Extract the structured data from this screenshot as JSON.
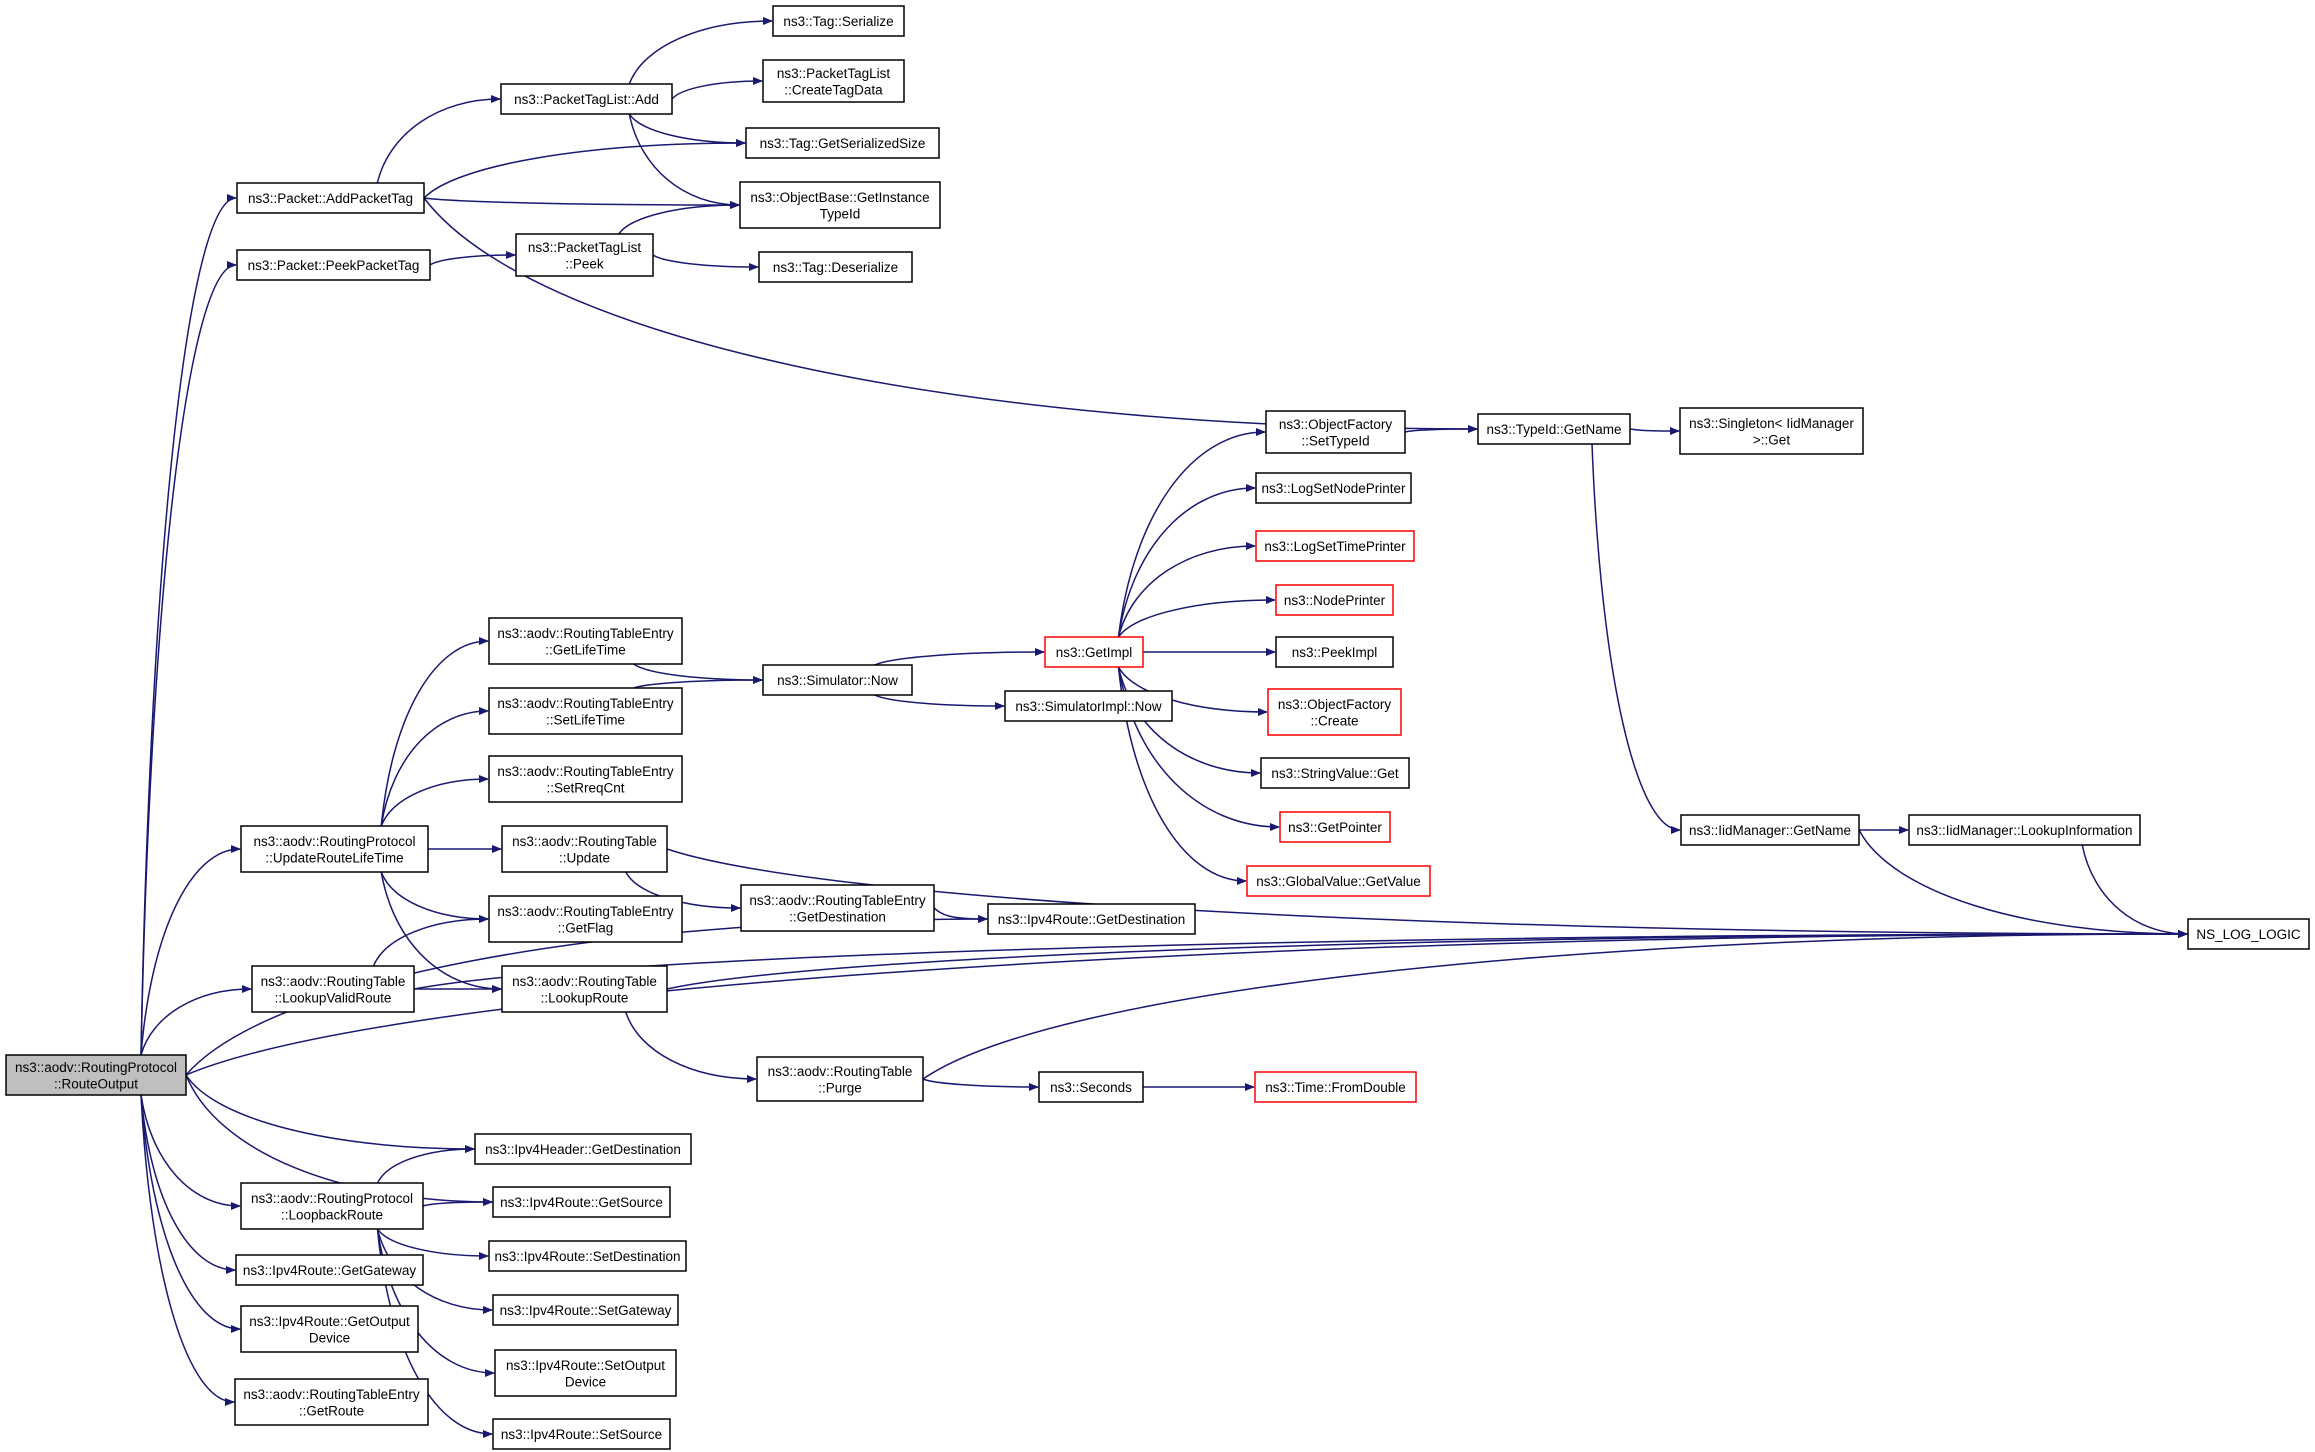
{
  "colors": {
    "edge": "#191970",
    "root_fill": "#bfbfbf",
    "highlight_border": "#ff0000"
  },
  "nodes": [
    {
      "id": "routeOutput",
      "lines": [
        "ns3::aodv::RoutingProtocol",
        "::RouteOutput"
      ],
      "style": "root"
    },
    {
      "id": "addPacketTag",
      "lines": [
        "ns3::Packet::AddPacketTag"
      ],
      "style": "normal"
    },
    {
      "id": "peekPacketTag",
      "lines": [
        "ns3::Packet::PeekPacketTag"
      ],
      "style": "normal"
    },
    {
      "id": "ptlAdd",
      "lines": [
        "ns3::PacketTagList::Add"
      ],
      "style": "normal"
    },
    {
      "id": "ptlPeek",
      "lines": [
        "ns3::PacketTagList",
        "::Peek"
      ],
      "style": "normal"
    },
    {
      "id": "tagSerialize",
      "lines": [
        "ns3::Tag::Serialize"
      ],
      "style": "normal"
    },
    {
      "id": "createTagData",
      "lines": [
        "ns3::PacketTagList",
        "::CreateTagData"
      ],
      "style": "normal"
    },
    {
      "id": "getSerializedSize",
      "lines": [
        "ns3::Tag::GetSerializedSize"
      ],
      "style": "normal"
    },
    {
      "id": "getInstanceTypeId",
      "lines": [
        "ns3::ObjectBase::GetInstance",
        "TypeId"
      ],
      "style": "normal"
    },
    {
      "id": "tagDeserialize",
      "lines": [
        "ns3::Tag::Deserialize"
      ],
      "style": "normal"
    },
    {
      "id": "ofSetTypeId",
      "lines": [
        "ns3::ObjectFactory",
        "::SetTypeId"
      ],
      "style": "normal"
    },
    {
      "id": "typeIdGetName",
      "lines": [
        "ns3::TypeId::GetName"
      ],
      "style": "normal"
    },
    {
      "id": "singletonGet",
      "lines": [
        "ns3::Singleton< IidManager",
        ">::Get"
      ],
      "style": "normal"
    },
    {
      "id": "logSetNodePrinter",
      "lines": [
        "ns3::LogSetNodePrinter"
      ],
      "style": "normal"
    },
    {
      "id": "logSetTimePrinter",
      "lines": [
        "ns3::LogSetTimePrinter"
      ],
      "style": "red"
    },
    {
      "id": "nodePrinter",
      "lines": [
        "ns3::NodePrinter"
      ],
      "style": "red"
    },
    {
      "id": "getImpl",
      "lines": [
        "ns3::GetImpl"
      ],
      "style": "red"
    },
    {
      "id": "peekImpl",
      "lines": [
        "ns3::PeekImpl"
      ],
      "style": "normal"
    },
    {
      "id": "ofCreate",
      "lines": [
        "ns3::ObjectFactory",
        "::Create"
      ],
      "style": "red"
    },
    {
      "id": "stringValueGet",
      "lines": [
        "ns3::StringValue::Get"
      ],
      "style": "normal"
    },
    {
      "id": "getPointer",
      "lines": [
        "ns3::GetPointer"
      ],
      "style": "red"
    },
    {
      "id": "globalValueGetValue",
      "lines": [
        "ns3::GlobalValue::GetValue"
      ],
      "style": "red"
    },
    {
      "id": "rteGetLifeTime",
      "lines": [
        "ns3::aodv::RoutingTableEntry",
        "::GetLifeTime"
      ],
      "style": "normal"
    },
    {
      "id": "rteSetLifeTime",
      "lines": [
        "ns3::aodv::RoutingTableEntry",
        "::SetLifeTime"
      ],
      "style": "normal"
    },
    {
      "id": "rteSetRreqCnt",
      "lines": [
        "ns3::aodv::RoutingTableEntry",
        "::SetRreqCnt"
      ],
      "style": "normal"
    },
    {
      "id": "simulatorNow",
      "lines": [
        "ns3::Simulator::Now"
      ],
      "style": "normal"
    },
    {
      "id": "simulatorImplNow",
      "lines": [
        "ns3::SimulatorImpl::Now"
      ],
      "style": "normal"
    },
    {
      "id": "updateRouteLifeTime",
      "lines": [
        "ns3::aodv::RoutingProtocol",
        "::UpdateRouteLifeTime"
      ],
      "style": "normal"
    },
    {
      "id": "rtUpdate",
      "lines": [
        "ns3::aodv::RoutingTable",
        "::Update"
      ],
      "style": "normal"
    },
    {
      "id": "rteGetDestination",
      "lines": [
        "ns3::aodv::RoutingTableEntry",
        "::GetDestination"
      ],
      "style": "normal"
    },
    {
      "id": "ipv4RouteGetDestination",
      "lines": [
        "ns3::Ipv4Route::GetDestination"
      ],
      "style": "normal"
    },
    {
      "id": "rteGetFlag",
      "lines": [
        "ns3::aodv::RoutingTableEntry",
        "::GetFlag"
      ],
      "style": "normal"
    },
    {
      "id": "lookupValidRoute",
      "lines": [
        "ns3::aodv::RoutingTable",
        "::LookupValidRoute"
      ],
      "style": "normal"
    },
    {
      "id": "rtLookupRoute",
      "lines": [
        "ns3::aodv::RoutingTable",
        "::LookupRoute"
      ],
      "style": "normal"
    },
    {
      "id": "iidGetName",
      "lines": [
        "ns3::IidManager::GetName"
      ],
      "style": "normal"
    },
    {
      "id": "iidLookupInformation",
      "lines": [
        "ns3::IidManager::LookupInformation"
      ],
      "style": "normal"
    },
    {
      "id": "nsLogLogic",
      "lines": [
        "NS_LOG_LOGIC"
      ],
      "style": "normal"
    },
    {
      "id": "rtPurge",
      "lines": [
        "ns3::aodv::RoutingTable",
        "::Purge"
      ],
      "style": "normal"
    },
    {
      "id": "seconds",
      "lines": [
        "ns3::Seconds"
      ],
      "style": "normal"
    },
    {
      "id": "timeFromDouble",
      "lines": [
        "ns3::Time::FromDouble"
      ],
      "style": "red"
    },
    {
      "id": "ipv4HeaderGetDestination",
      "lines": [
        "ns3::Ipv4Header::GetDestination"
      ],
      "style": "normal"
    },
    {
      "id": "loopbackRoute",
      "lines": [
        "ns3::aodv::RoutingProtocol",
        "::LoopbackRoute"
      ],
      "style": "normal"
    },
    {
      "id": "ipv4RouteGetSource",
      "lines": [
        "ns3::Ipv4Route::GetSource"
      ],
      "style": "normal"
    },
    {
      "id": "ipv4RouteSetDestination",
      "lines": [
        "ns3::Ipv4Route::SetDestination"
      ],
      "style": "normal"
    },
    {
      "id": "ipv4RouteGetGateway",
      "lines": [
        "ns3::Ipv4Route::GetGateway"
      ],
      "style": "normal"
    },
    {
      "id": "ipv4RouteSetGateway",
      "lines": [
        "ns3::Ipv4Route::SetGateway"
      ],
      "style": "normal"
    },
    {
      "id": "ipv4RouteGetOutputDevice",
      "lines": [
        "ns3::Ipv4Route::GetOutput",
        "Device"
      ],
      "style": "normal"
    },
    {
      "id": "ipv4RouteSetOutputDevice",
      "lines": [
        "ns3::Ipv4Route::SetOutput",
        "Device"
      ],
      "style": "normal"
    },
    {
      "id": "rteGetRoute",
      "lines": [
        "ns3::aodv::RoutingTableEntry",
        "::GetRoute"
      ],
      "style": "normal"
    },
    {
      "id": "ipv4RouteSetSource",
      "lines": [
        "ns3::Ipv4Route::SetSource"
      ],
      "style": "normal"
    }
  ],
  "edges": [
    [
      "routeOutput",
      "addPacketTag"
    ],
    [
      "routeOutput",
      "peekPacketTag"
    ],
    [
      "routeOutput",
      "nsLogLogic"
    ],
    [
      "routeOutput",
      "updateRouteLifeTime"
    ],
    [
      "routeOutput",
      "lookupValidRoute"
    ],
    [
      "routeOutput",
      "ipv4RouteGetDestination"
    ],
    [
      "routeOutput",
      "ipv4HeaderGetDestination"
    ],
    [
      "routeOutput",
      "ipv4RouteGetSource"
    ],
    [
      "routeOutput",
      "loopbackRoute"
    ],
    [
      "routeOutput",
      "ipv4RouteGetGateway"
    ],
    [
      "routeOutput",
      "ipv4RouteGetOutputDevice"
    ],
    [
      "routeOutput",
      "rteGetRoute"
    ],
    [
      "addPacketTag",
      "ptlAdd"
    ],
    [
      "addPacketTag",
      "getSerializedSize"
    ],
    [
      "addPacketTag",
      "getInstanceTypeId"
    ],
    [
      "addPacketTag",
      "typeIdGetName"
    ],
    [
      "ptlAdd",
      "tagSerialize"
    ],
    [
      "ptlAdd",
      "createTagData"
    ],
    [
      "ptlAdd",
      "getSerializedSize"
    ],
    [
      "ptlAdd",
      "getInstanceTypeId"
    ],
    [
      "peekPacketTag",
      "ptlPeek"
    ],
    [
      "ptlPeek",
      "getInstanceTypeId"
    ],
    [
      "ptlPeek",
      "tagDeserialize"
    ],
    [
      "ofSetTypeId",
      "typeIdGetName"
    ],
    [
      "typeIdGetName",
      "singletonGet"
    ],
    [
      "typeIdGetName",
      "iidGetName"
    ],
    [
      "getImpl",
      "ofSetTypeId"
    ],
    [
      "getImpl",
      "logSetNodePrinter"
    ],
    [
      "getImpl",
      "logSetTimePrinter"
    ],
    [
      "getImpl",
      "nodePrinter"
    ],
    [
      "getImpl",
      "peekImpl"
    ],
    [
      "getImpl",
      "ofCreate"
    ],
    [
      "getImpl",
      "stringValueGet"
    ],
    [
      "getImpl",
      "getPointer"
    ],
    [
      "getImpl",
      "globalValueGetValue"
    ],
    [
      "rteGetLifeTime",
      "simulatorNow"
    ],
    [
      "rteSetLifeTime",
      "simulatorNow"
    ],
    [
      "simulatorNow",
      "getImpl"
    ],
    [
      "simulatorNow",
      "simulatorImplNow"
    ],
    [
      "updateRouteLifeTime",
      "rteGetLifeTime"
    ],
    [
      "updateRouteLifeTime",
      "rteSetLifeTime"
    ],
    [
      "updateRouteLifeTime",
      "rteSetRreqCnt"
    ],
    [
      "updateRouteLifeTime",
      "rtUpdate"
    ],
    [
      "updateRouteLifeTime",
      "rteGetFlag"
    ],
    [
      "updateRouteLifeTime",
      "rtLookupRoute"
    ],
    [
      "rtUpdate",
      "rteGetDestination"
    ],
    [
      "rtUpdate",
      "nsLogLogic"
    ],
    [
      "rteGetDestination",
      "ipv4RouteGetDestination"
    ],
    [
      "lookupValidRoute",
      "rteGetFlag"
    ],
    [
      "lookupValidRoute",
      "rtLookupRoute"
    ],
    [
      "lookupValidRoute",
      "nsLogLogic"
    ],
    [
      "rtLookupRoute",
      "nsLogLogic"
    ],
    [
      "rtLookupRoute",
      "rtPurge"
    ],
    [
      "rtPurge",
      "nsLogLogic"
    ],
    [
      "rtPurge",
      "seconds"
    ],
    [
      "seconds",
      "timeFromDouble"
    ],
    [
      "iidGetName",
      "iidLookupInformation"
    ],
    [
      "iidGetName",
      "nsLogLogic"
    ],
    [
      "iidLookupInformation",
      "nsLogLogic"
    ],
    [
      "loopbackRoute",
      "ipv4HeaderGetDestination"
    ],
    [
      "loopbackRoute",
      "ipv4RouteGetSource"
    ],
    [
      "loopbackRoute",
      "ipv4RouteSetDestination"
    ],
    [
      "loopbackRoute",
      "ipv4RouteSetGateway"
    ],
    [
      "loopbackRoute",
      "ipv4RouteSetOutputDevice"
    ],
    [
      "loopbackRoute",
      "ipv4RouteSetSource"
    ]
  ]
}
